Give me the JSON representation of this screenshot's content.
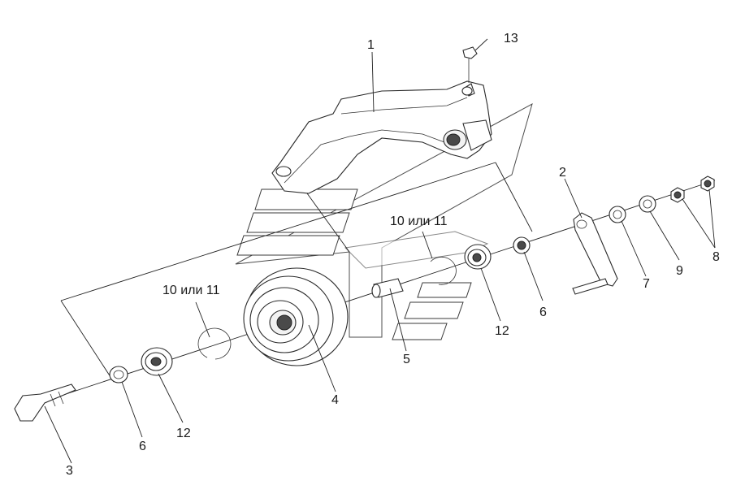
{
  "diagram": {
    "callouts": [
      {
        "id": "1",
        "text": "1"
      },
      {
        "id": "2",
        "text": "2"
      },
      {
        "id": "3",
        "text": "3"
      },
      {
        "id": "4",
        "text": "4"
      },
      {
        "id": "5",
        "text": "5"
      },
      {
        "id": "6a",
        "text": "6"
      },
      {
        "id": "6b",
        "text": "6"
      },
      {
        "id": "7",
        "text": "7"
      },
      {
        "id": "8",
        "text": "8"
      },
      {
        "id": "9",
        "text": "9"
      },
      {
        "id": "10a",
        "text": "10 или 11"
      },
      {
        "id": "10b",
        "text": "10 или 11"
      },
      {
        "id": "12a",
        "text": "12"
      },
      {
        "id": "12b",
        "text": "12"
      },
      {
        "id": "13",
        "text": "13"
      }
    ]
  }
}
